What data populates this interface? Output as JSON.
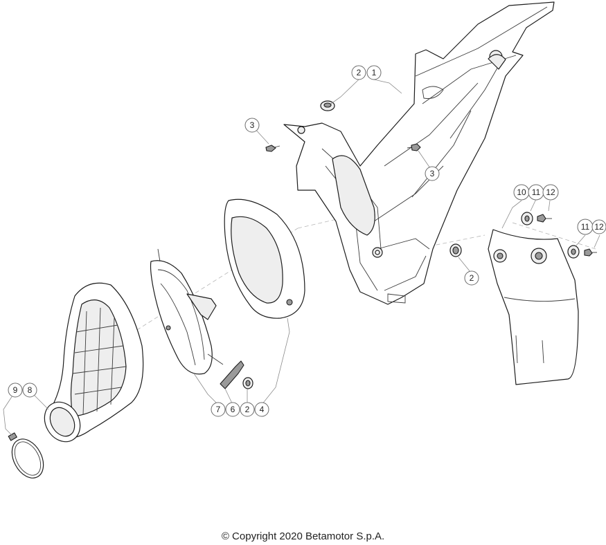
{
  "callouts": [
    {
      "id": "c-2a",
      "label": "2"
    },
    {
      "id": "c-1",
      "label": "1"
    },
    {
      "id": "c-3a",
      "label": "3"
    },
    {
      "id": "c-3b",
      "label": "3"
    },
    {
      "id": "c-2b",
      "label": "2"
    },
    {
      "id": "c-10",
      "label": "10"
    },
    {
      "id": "c-11a",
      "label": "11"
    },
    {
      "id": "c-12a",
      "label": "12"
    },
    {
      "id": "c-11b",
      "label": "11"
    },
    {
      "id": "c-12b",
      "label": "12"
    },
    {
      "id": "c-9",
      "label": "9"
    },
    {
      "id": "c-8",
      "label": "8"
    },
    {
      "id": "c-7",
      "label": "7"
    },
    {
      "id": "c-6",
      "label": "6"
    },
    {
      "id": "c-2c",
      "label": "2"
    },
    {
      "id": "c-4",
      "label": "4"
    }
  ],
  "parts": [
    {
      "name": "rear-frame-subframe-airbox"
    },
    {
      "name": "air-filter-cage"
    },
    {
      "name": "air-filter-element"
    },
    {
      "name": "intake-sleeve"
    },
    {
      "name": "hose-clamp"
    },
    {
      "name": "rear-fender-mud-flap"
    },
    {
      "name": "grommet"
    },
    {
      "name": "flange-screw"
    },
    {
      "name": "filter-retaining-clip"
    },
    {
      "name": "washer"
    },
    {
      "name": "screw"
    }
  ],
  "footer": {
    "copyright": "© Copyright 2020 Betamotor S.p.A."
  }
}
